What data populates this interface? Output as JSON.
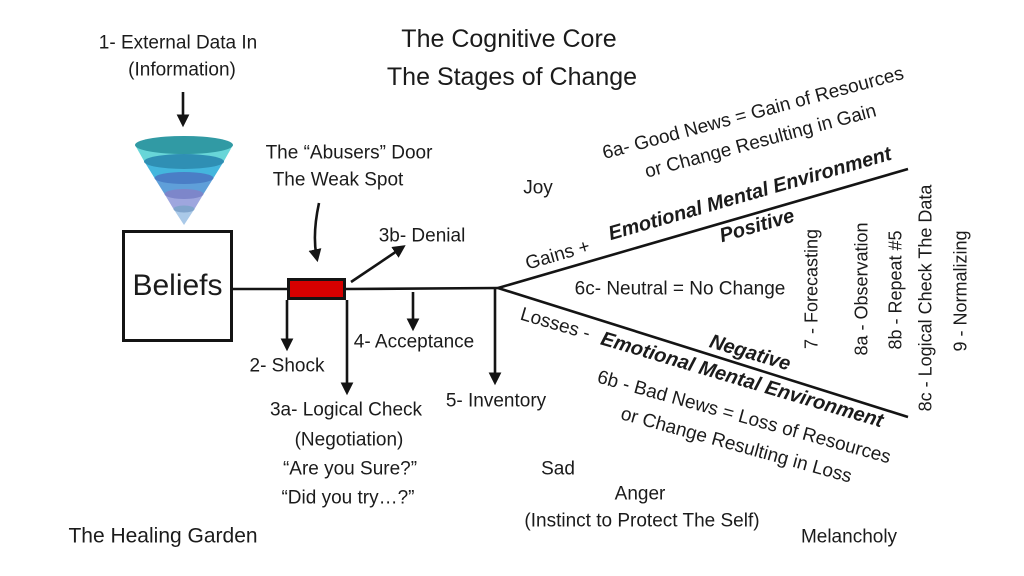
{
  "title": {
    "line1": "The Cognitive Core",
    "line2": "The Stages of Change"
  },
  "input": {
    "line1": "1- External Data In",
    "line2": "(Information)"
  },
  "beliefs_label": "Beliefs",
  "door": {
    "line1": "The “Abusers” Door",
    "line2": "The Weak Spot"
  },
  "stages": {
    "shock": "2- Shock",
    "logical_check": "3a- Logical Check",
    "negotiation": "(Negotiation)",
    "quote1": "“Are you Sure?”",
    "quote2": "“Did you try…?”",
    "denial": "3b- Denial",
    "acceptance": "4- Acceptance",
    "inventory": "5- Inventory"
  },
  "branches": {
    "gains": "Gains +",
    "losses": "Losses -",
    "good_news_line1": "6a- Good News = Gain of Resources",
    "good_news_line2": "or Change Resulting in Gain",
    "neutral": "6c- Neutral = No Change",
    "bad_news_line1": "6b - Bad News = Loss of Resources",
    "bad_news_line2": "or Change Resulting in Loss",
    "positive_env": "Emotional Mental Environment",
    "positive": "Positive",
    "negative_env": "Emotional Mental Environment",
    "negative": "Negative"
  },
  "later_stages": [
    "7 - Forecasting",
    "8a - Observation",
    "8b - Repeat #5",
    "8c - Logical Check The Data",
    "9 - Normalizing"
  ],
  "emotions": {
    "joy": "Joy",
    "sad": "Sad",
    "anger": "Anger",
    "anger_note": "(Instinct to Protect The Self)",
    "melancholy": "Melancholy"
  },
  "footer": "The Healing Garden",
  "colors": {
    "door_red": "#d60000",
    "line_black": "#141414",
    "funnel_bodies": [
      "#68d6d8",
      "#44b6dd",
      "#5f9fd9",
      "#9ea6de",
      "#aac9e8"
    ],
    "funnel_rims": [
      "#319aa4",
      "#2f8fb4",
      "#4a7ec6",
      "#7d86ca",
      "#80a4cc"
    ]
  }
}
